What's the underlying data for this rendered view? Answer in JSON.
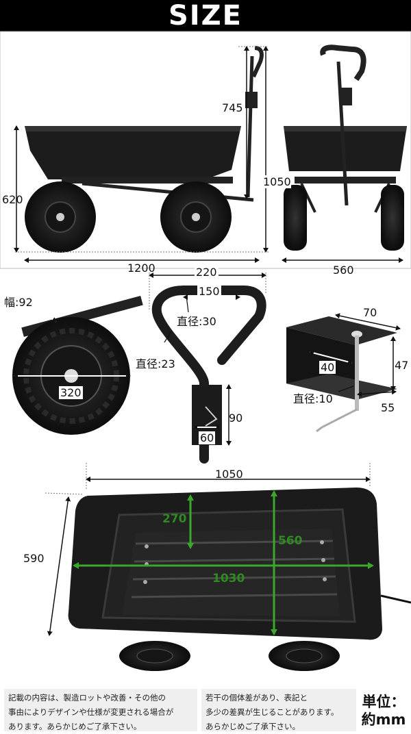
{
  "header": {
    "title": "SIZE"
  },
  "side_view": {
    "height_620": "620",
    "length_1200": "1200",
    "handle_745": "745",
    "total_1050": "1050"
  },
  "front_view": {
    "width_560": "560"
  },
  "wheel_detail": {
    "width_label": "幅:92",
    "diameter": "320"
  },
  "handle_detail": {
    "width_220": "220",
    "grip_150": "150",
    "grip_diameter": "直径:30",
    "shaft_diameter": "直径:23",
    "bracket_90": "90",
    "bracket_60": "60"
  },
  "bracket_detail": {
    "w70": "70",
    "h47": "47",
    "d40": "40",
    "pin_diameter": "直径:10",
    "d55": "55"
  },
  "bed_view": {
    "length_1050": "1050",
    "width_590": "590",
    "wall_270": "270",
    "depth_560": "560",
    "inner_1030": "1030"
  },
  "footer": {
    "note_left_1": "記載の内容は、製造ロットや改善・その他の",
    "note_left_2": "事由によりデザインや仕様が変更される場合が",
    "note_left_3": "あります。あらかじめご了承下さい。",
    "note_right_1": "若干の個体差があり、表記と",
    "note_right_2": "多少の差異が生じることがあります。",
    "note_right_3": "あらかじめご了承下さい。",
    "unit_line1": "単位：",
    "unit_line2": "約mm"
  },
  "colors": {
    "accent_green": "#2e8b1f",
    "cart_black": "#1a1a1a",
    "header_bg": "#000000"
  }
}
